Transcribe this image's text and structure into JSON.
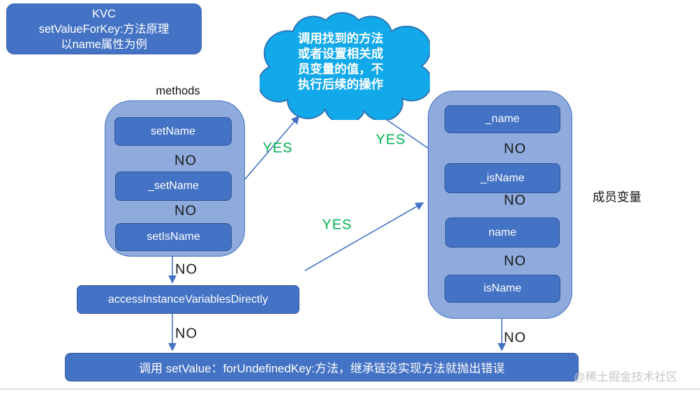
{
  "title_box": {
    "line1": "KVC",
    "line2": "setValueForKey:方法原理",
    "line3": "以name属性为例"
  },
  "cloud": {
    "line1": "调用找到的方法",
    "line2": "或者设置相关成",
    "line3": "员变量的值，不",
    "line4": "执行后续的操作"
  },
  "methods_group": {
    "label": "methods",
    "items": [
      "setName",
      "_setName",
      "setIsName"
    ]
  },
  "variables_group": {
    "label": "成员变量",
    "items": [
      "_name",
      "_isName",
      "name",
      "isName"
    ]
  },
  "access_box": {
    "label": "accessInstanceVariablesDirectly"
  },
  "error_bar": {
    "label": "调用  setValue：forUndefinedKey:方法，继承链没实现方法就抛出错误"
  },
  "connectors": {
    "no": "NO",
    "yes": "YES"
  },
  "watermark": "@稀土掘金技术社区",
  "colors": {
    "node_blue": "#4472c4",
    "container_blue": "#8faadc",
    "cloud_cyan": "#12a9ea",
    "cloud_stroke": "#2e75b6",
    "yes_green": "#00b050",
    "arrow_blue": "#4472c4",
    "watermark_gray": "#c6c6c6"
  }
}
